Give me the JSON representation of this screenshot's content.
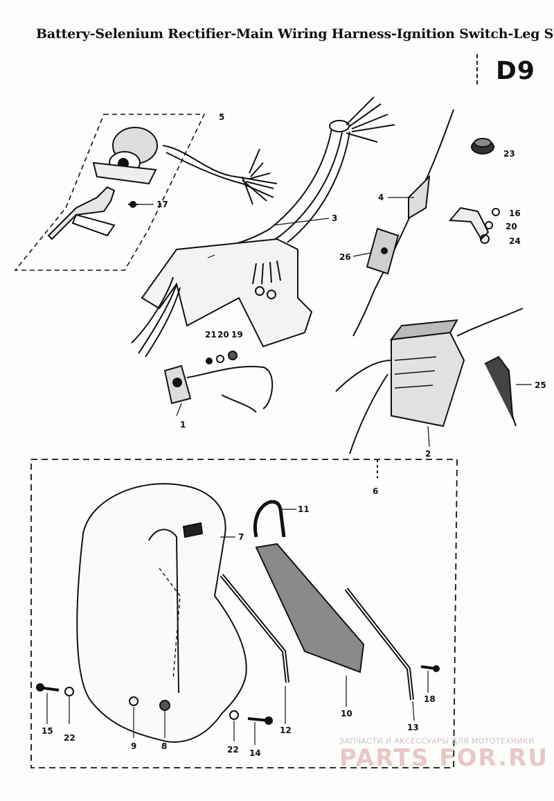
{
  "header": {
    "title": "Battery-Selenium Rectifier-Main Wiring Harness-Ignition Switch-Leg Shield",
    "page_code": "D9"
  },
  "callouts": {
    "c1": "1",
    "c2": "2",
    "c3": "3",
    "c4": "4",
    "c5": "5",
    "c6": "6",
    "c7": "7",
    "c8": "8",
    "c9": "9",
    "c10": "10",
    "c11": "11",
    "c12": "12",
    "c13": "13",
    "c14": "14",
    "c15": "15",
    "c16": "16",
    "c17": "17",
    "c18": "18",
    "c19": "19",
    "c20a": "20",
    "c20b": "20",
    "c21": "21",
    "c22a": "22",
    "c22b": "22",
    "c23": "23",
    "c24": "24",
    "c25": "25",
    "c26": "26"
  },
  "watermark": {
    "caption": "ЗАПЧАСТИ И АКСЕССУАРЫ ДЛЯ МОТОТЕХНИКИ",
    "logo": "PARTS FOR.RU"
  }
}
